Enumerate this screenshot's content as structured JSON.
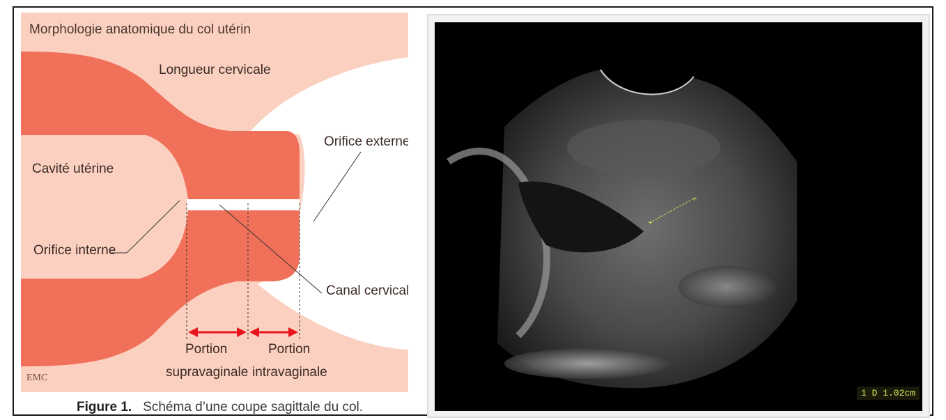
{
  "diagram": {
    "title": "Morphologie anatomique du col utérin",
    "labels": {
      "longueur_cervicale": "Longueur cervicale",
      "cavite_uterine": "Cavité  utérine",
      "orifice_externe": "Orifice externe",
      "orifice_interne": "Orifice interne",
      "canal_cervical": "Canal cervical",
      "portion_supravaginale_line1": "Portion",
      "portion_supravaginale_line2": "supravaginale",
      "portion_intravaginale_line1": "Portion",
      "portion_intravaginale_line2": "intravaginale",
      "logo": "EMC"
    },
    "colors": {
      "background": "#fbd0c0",
      "tissue": "#f0705a",
      "canal": "#ffffff",
      "arrow": "#e8141c",
      "leader": "#333333"
    }
  },
  "caption": {
    "figure_label": "Figure 1.",
    "text": "Schéma d’une coupe sagittale du col."
  },
  "ultrasound": {
    "measurement_readout": "1 D 1.02cm",
    "marker_color": "#d8e85a"
  }
}
